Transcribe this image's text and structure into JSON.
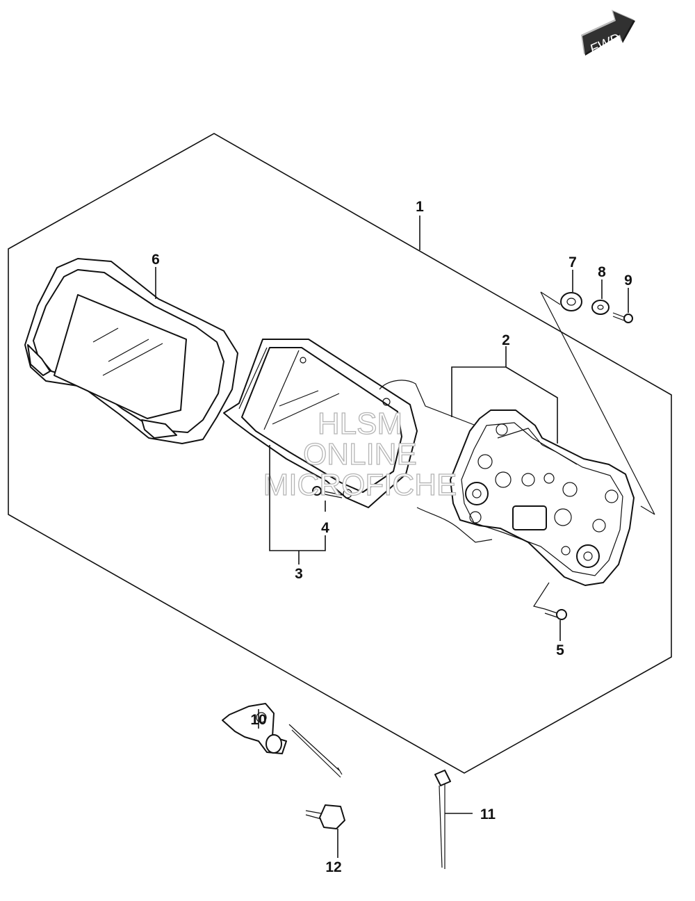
{
  "fwd_label": "FWD",
  "watermark": {
    "line1": "HLSM",
    "line2": "ONLINE",
    "line3": "MICROFICHE"
  },
  "callouts": {
    "c1": "1",
    "c2": "2",
    "c3": "3",
    "c4": "4",
    "c5": "5",
    "c6": "6",
    "c7": "7",
    "c8": "8",
    "c9": "9",
    "c10": "10",
    "c11": "11",
    "c12": "12"
  }
}
